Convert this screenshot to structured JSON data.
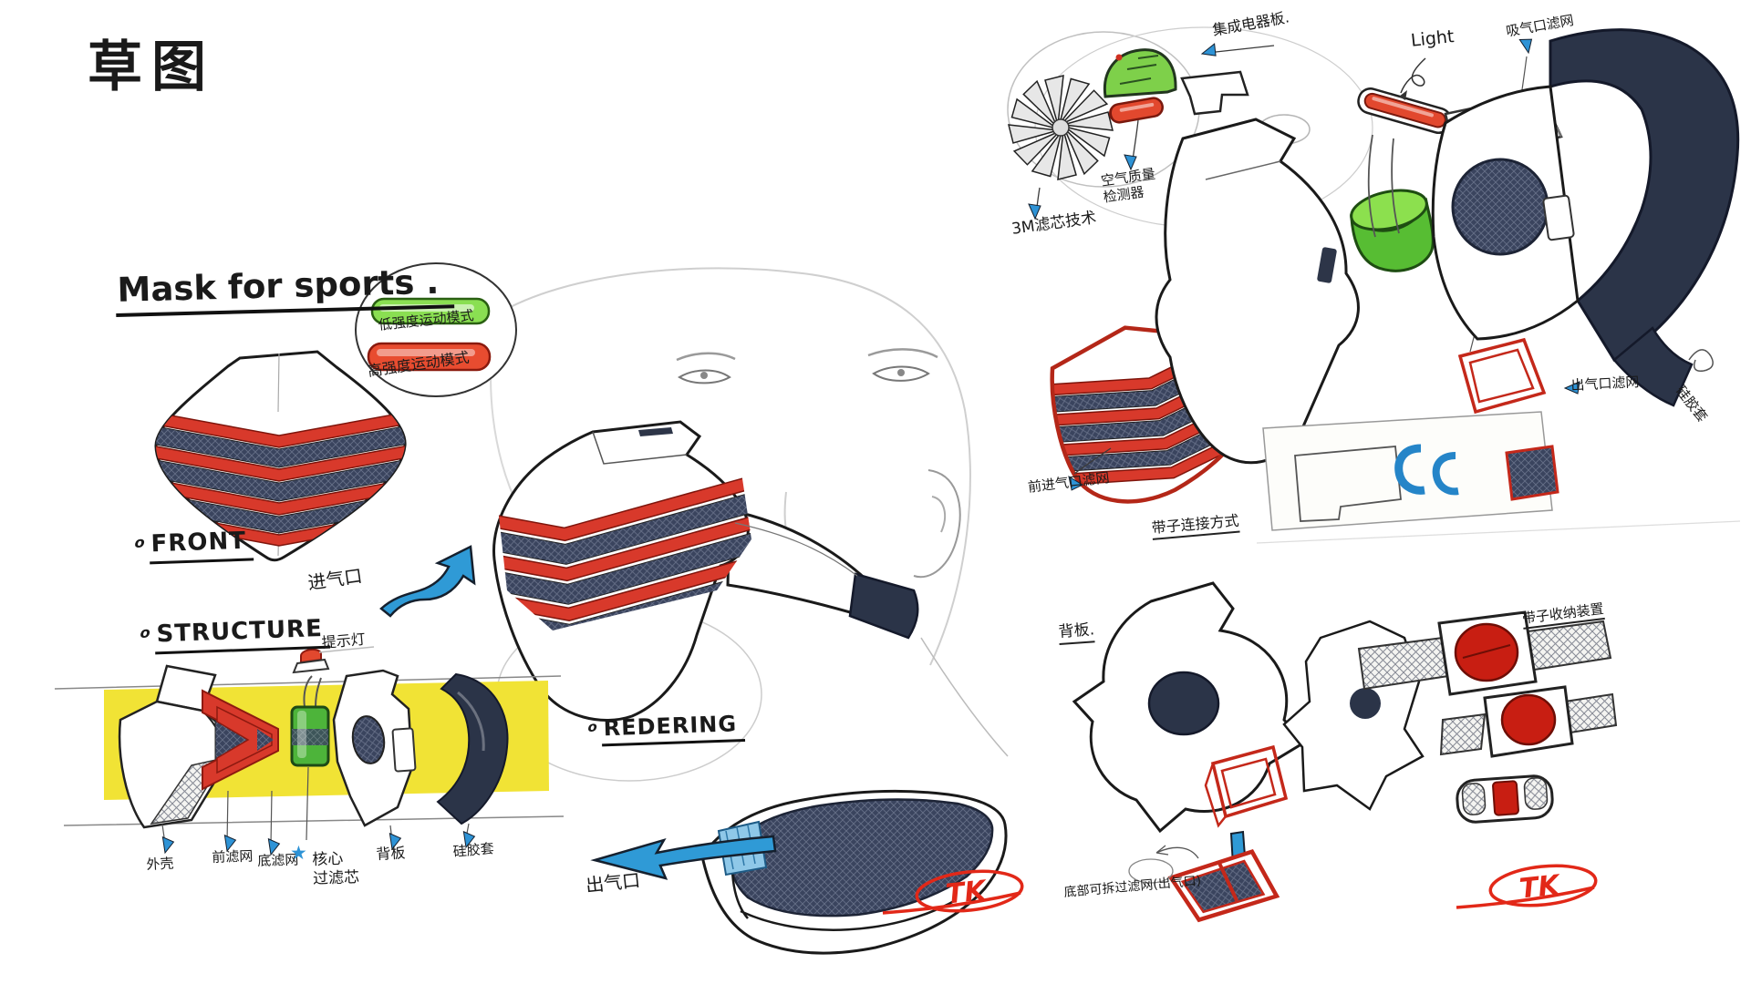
{
  "page": {
    "title": "草图",
    "signature": "TK"
  },
  "markers": {
    "section_bullet": "o",
    "star": "★"
  },
  "left": {
    "heading": "Mask for sports .",
    "front_label": "FRONT",
    "structure_label": "STRUCTURE",
    "mode_low": "低强度运动模式",
    "mode_high": "高强度运动模式",
    "inlet_label": "进气口",
    "indicator_label": "提示灯",
    "parts": [
      "外壳",
      "前滤网",
      "底滤网",
      "核心\n过滤芯",
      "背板",
      "硅胶套"
    ]
  },
  "center": {
    "rendering_label": "REDERING",
    "outlet_label": "出气口"
  },
  "right": {
    "circuit_board_label": "集成电器板.",
    "air_quality_label": "空气质量\n检测器",
    "filter_3m_label": "3M滤芯技术",
    "light_label": "Light",
    "inhale_filter_label": "吸气口滤网",
    "outlet_filter_label": "出气口滤网",
    "silicone_label": "硅胶套",
    "front_inlet_filter_label": "前进气口滤网",
    "strap_connection_label": "带子连接方式",
    "backplate_label": "背板.",
    "strap_storage_label": "带子收纳装置",
    "bottom_filter_label": "底部可拆过滤网(出气口)"
  }
}
